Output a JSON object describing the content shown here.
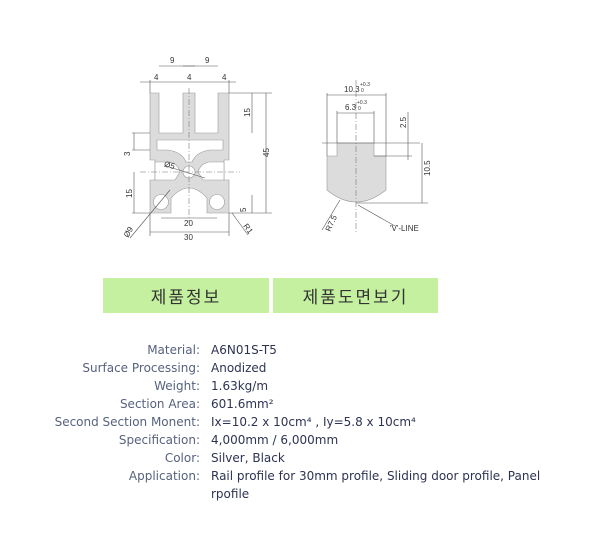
{
  "drawing": {
    "left_profile": {
      "dim_9_a": "9",
      "dim_9_b": "9",
      "dim_4_a": "4",
      "dim_4_b": "4",
      "dim_4_c": "4",
      "dim_15_top": "15",
      "dim_45": "45",
      "dim_3": "3",
      "dim_15_bottom": "15",
      "dim_phi5": "Ø5",
      "dim_5": "5",
      "dim_20": "20",
      "dim_30": "30",
      "dim_phi9": "Ø9",
      "dim_r1": "R1"
    },
    "right_profile": {
      "dim_10_3": "10.3",
      "tol_10_3_upper": "+0.3",
      "tol_10_3_lower": "0",
      "dim_6_3": "6.3",
      "tol_6_3_upper": "+0.3",
      "tol_6_3_lower": "0",
      "dim_2_5": "2.5",
      "dim_10_5": "10.5",
      "dim_r7_5": "R7.5",
      "v_line": "'V'-LINE"
    }
  },
  "tabs": [
    {
      "label": "제품정보"
    },
    {
      "label": "제품도면보기"
    }
  ],
  "specs": [
    {
      "label": "Material:",
      "value": "A6N01S-T5"
    },
    {
      "label": "Surface Processing:",
      "value": "Anodized"
    },
    {
      "label": "Weight:",
      "value": "1.63kg/m"
    },
    {
      "label": "Section Area:",
      "value": "601.6mm²"
    },
    {
      "label": "Second Section Monent:",
      "value": "Ix=10.2 x 10cm⁴  , Iy=5.8 x 10cm⁴"
    },
    {
      "label": "Specification:",
      "value": "4,000mm / 6,000mm"
    },
    {
      "label": "Color:",
      "value": "Silver, Black"
    },
    {
      "label": "Application:",
      "value": "Rail profile for 30mm profile, Sliding door profile, Panel rpofile"
    }
  ],
  "colors": {
    "tab_bg": "#c4f0a0",
    "label": "#56627e",
    "value": "#2e3352",
    "profile_fill": "#dcdcdc"
  }
}
